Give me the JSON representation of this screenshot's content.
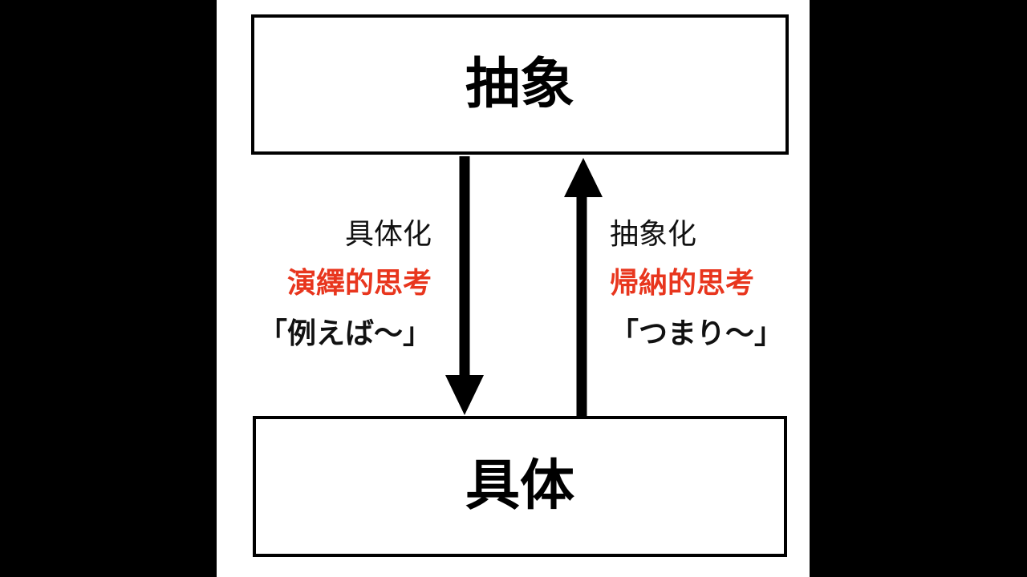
{
  "diagram": {
    "nodes": {
      "abstract": {
        "label": "抽象"
      },
      "concrete": {
        "label": "具体"
      }
    },
    "edges": {
      "down": {
        "from": "abstract",
        "to": "concrete",
        "label": "具体化",
        "method": "演繹的思考",
        "phrase": "「例えば〜」"
      },
      "up": {
        "from": "concrete",
        "to": "abstract",
        "label": "抽象化",
        "method": "帰納的思考",
        "phrase": "「つまり〜」"
      }
    }
  },
  "colors": {
    "background": "#ffffff",
    "letterbox": "#000000",
    "stroke": "#000000",
    "accent": "#e8361e"
  }
}
